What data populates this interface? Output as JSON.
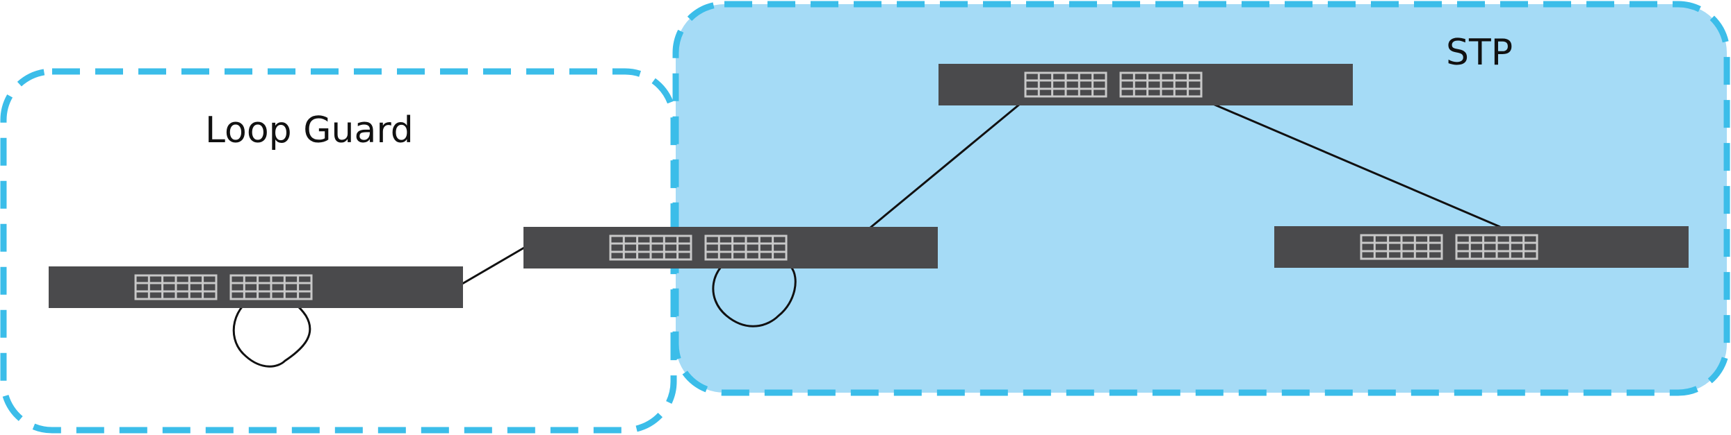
{
  "diagram": {
    "regions": {
      "stp": {
        "label": "STP"
      },
      "loop_guard": {
        "label": "Loop Guard"
      }
    },
    "switches": [
      {
        "id": "stp-top-switch"
      },
      {
        "id": "stp-right-switch"
      },
      {
        "id": "boundary-switch"
      },
      {
        "id": "loop-guard-switch"
      }
    ],
    "colors": {
      "stp_fill": "#a5dbf6",
      "region_border": "#3bbde9",
      "switch_body": "#4a4a4c",
      "port": "#c8c8c8",
      "cable": "#111111"
    }
  }
}
